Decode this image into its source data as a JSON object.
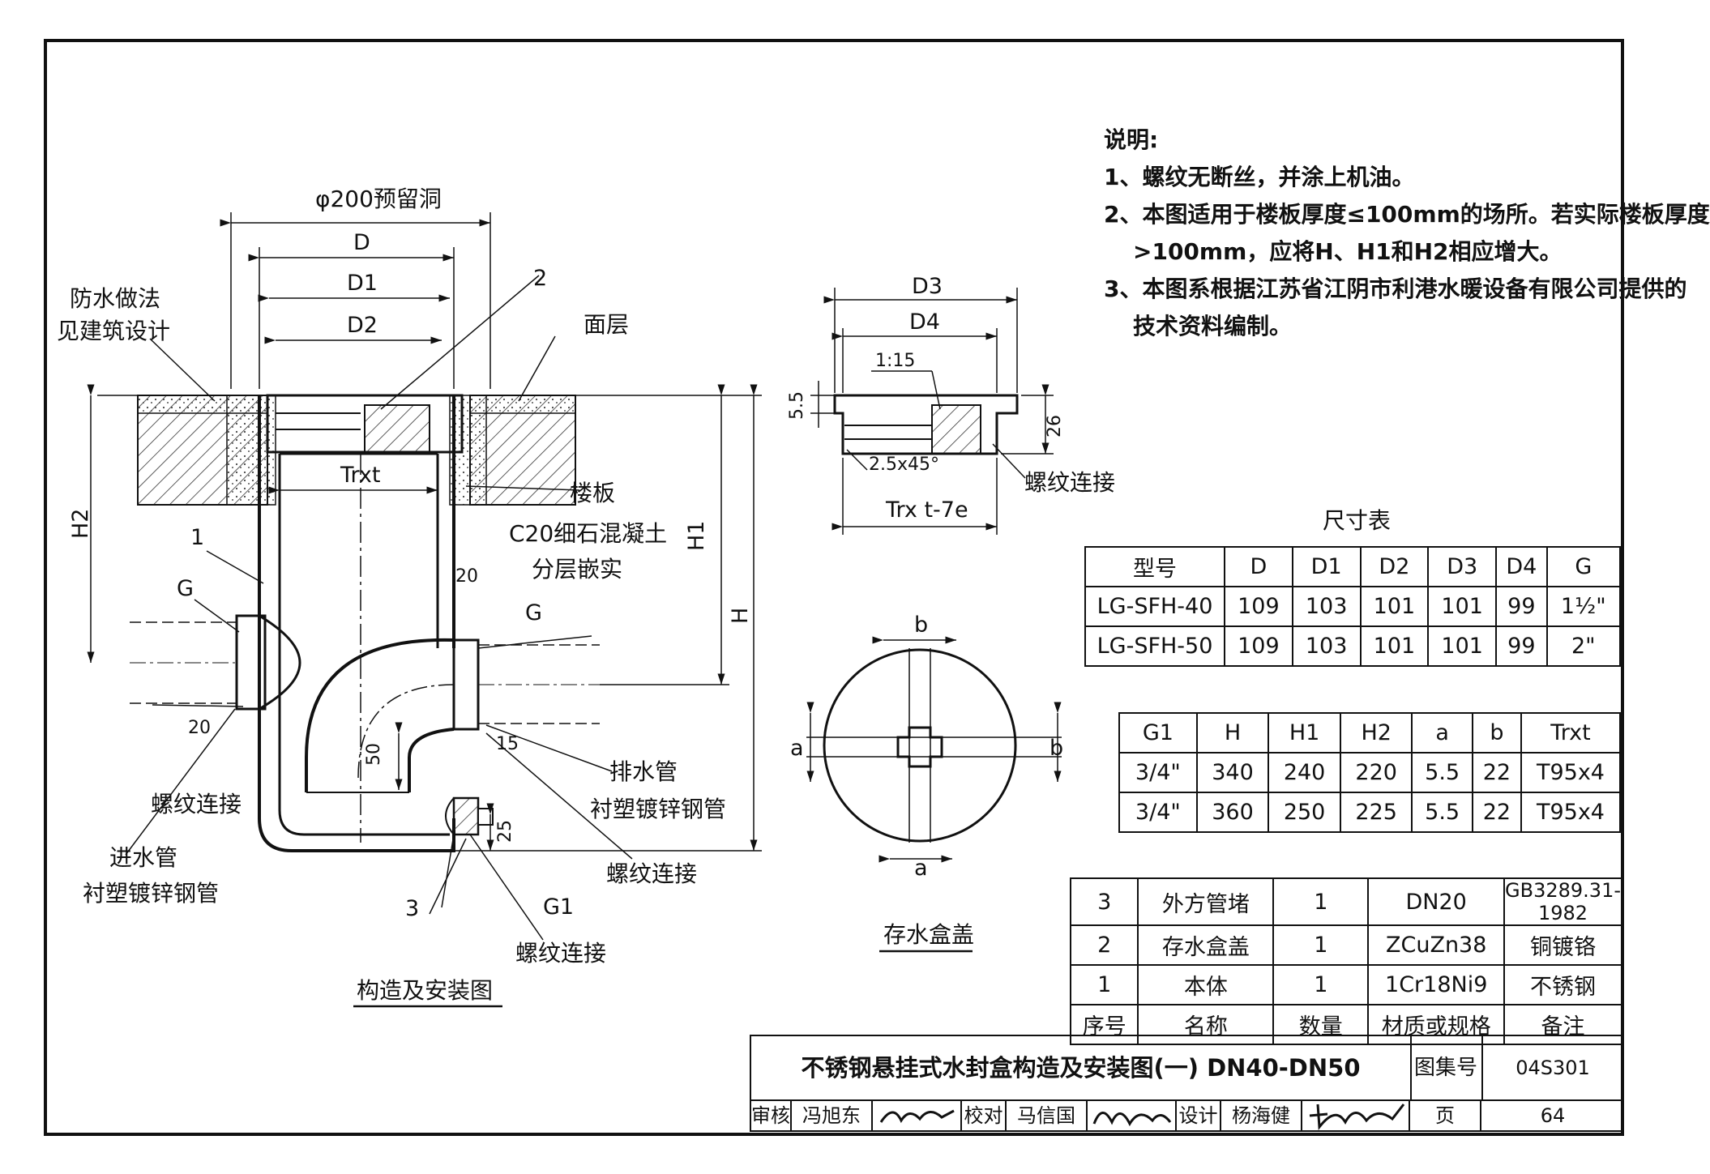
{
  "notes": {
    "heading": "说明:",
    "items": [
      "1、螺纹无断丝，并涂上机油。",
      "2、本图适用于楼板厚度≤100mm的场所。若实际楼板厚度",
      ">100mm，应将H、H1和H2相应增大。",
      "3、本图系根据江苏省江阴市利港水暖设备有限公司提供的",
      "技术资料编制。"
    ]
  },
  "main_view": {
    "caption": "构造及安装图",
    "labels": {
      "hole": "φ200预留洞",
      "D": "D",
      "D1": "D1",
      "D2": "D2",
      "Trxt": "Trxt",
      "waterproof_1": "防水做法",
      "waterproof_2": "见建筑设计",
      "surface": "面层",
      "slab": "楼板",
      "concrete_1": "C20细石混凝土",
      "concrete_2": "分层嵌实",
      "H": "H",
      "H1": "H1",
      "H2": "H2",
      "dim_20_right": "20",
      "dim_20_left": "20",
      "dim_50": "50",
      "dim_15": "15",
      "dim_25": "25",
      "G_left": "G",
      "G_right": "G",
      "G1": "G1",
      "part1": "1",
      "part2": "2",
      "part3": "3",
      "thread_left": "螺纹连接",
      "thread_right": "螺纹连接",
      "thread_bottom": "螺纹连接",
      "drain_1": "排水管",
      "drain_2": "衬塑镀锌钢管",
      "inlet_1": "进水管",
      "inlet_2": "衬塑镀锌钢管"
    }
  },
  "lid_section": {
    "labels": {
      "D3": "D3",
      "D4": "D4",
      "slope": "1:15",
      "dim_5_5": "5.5",
      "dim_26": "26",
      "chamfer": "2.5x45°",
      "thread_spec": "Trx t-7e",
      "thread": "螺纹连接"
    }
  },
  "lid_plan": {
    "caption": "存水盒盖",
    "labels": {
      "b_top": "b",
      "b_right": "b",
      "a_left": "a",
      "a_bottom": "a"
    }
  },
  "dimension_table": {
    "title": "尺寸表",
    "headers": [
      "型号",
      "D",
      "D1",
      "D2",
      "D3",
      "D4",
      "G"
    ],
    "rows": [
      [
        "LG-SFH-40",
        "109",
        "103",
        "101",
        "101",
        "99",
        "1½\""
      ],
      [
        "LG-SFH-50",
        "109",
        "103",
        "101",
        "101",
        "99",
        "2\""
      ]
    ]
  },
  "dimension_table2": {
    "headers": [
      "G1",
      "H",
      "H1",
      "H2",
      "a",
      "b",
      "Trxt"
    ],
    "rows": [
      [
        "3/4\"",
        "340",
        "240",
        "220",
        "5.5",
        "22",
        "T95x4"
      ],
      [
        "3/4\"",
        "360",
        "250",
        "225",
        "5.5",
        "22",
        "T95x4"
      ]
    ]
  },
  "bom": {
    "rows": [
      [
        "3",
        "外方管堵",
        "1",
        "DN20",
        "GB3289.31-1982"
      ],
      [
        "2",
        "存水盒盖",
        "1",
        "ZCuZn38",
        "铜镀铬"
      ],
      [
        "1",
        "本体",
        "1",
        "1Cr18Ni9",
        "不锈钢"
      ]
    ],
    "headers": [
      "序号",
      "名称",
      "数量",
      "材质或规格",
      "备注"
    ]
  },
  "title_block": {
    "title": "不锈钢悬挂式水封盒构造及安装图(一) DN40-DN50",
    "atlas_label": "图集号",
    "atlas_no": "04S301",
    "review_label": "审核",
    "reviewer": "冯旭东",
    "check_label": "校对",
    "checker": "马信国",
    "design_label": "设计",
    "designer": "杨海健",
    "page_label": "页",
    "page_no": "64"
  }
}
